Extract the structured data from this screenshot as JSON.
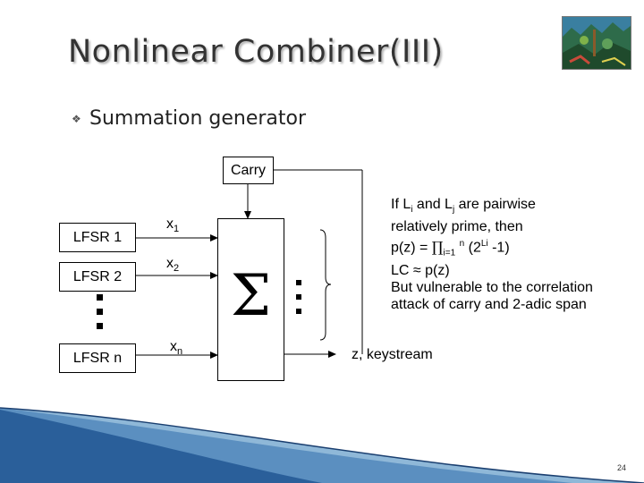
{
  "slide": {
    "title": "Nonlinear Combiner(III)",
    "bullet": "Summation generator",
    "page_number": "24"
  },
  "diagram": {
    "carry_label": "Carry",
    "lfsr": [
      "LFSR 1",
      "LFSR 2",
      "LFSR n"
    ],
    "inputs": [
      {
        "base": "x",
        "sub": "1"
      },
      {
        "base": "x",
        "sub": "2"
      },
      {
        "base": "x",
        "sub": "n"
      }
    ],
    "summation_symbol": "Σ",
    "output_label": "z, keystream"
  },
  "note": {
    "line1_if": "If L",
    "line1_i": "i",
    "line1_and": " and L",
    "line1_j": "j",
    "line1_rest": " are pairwise",
    "line2": "relatively prime, then",
    "line3_pz": "p(z) = ",
    "line3_prod": "∏",
    "line3_idx": "i=1",
    "line3_n": "n",
    "line3_paren": " (2",
    "line3_exp": "Li",
    "line3_end": " -1)",
    "line4": "LC  ≈ p(z)",
    "line5": "But vulnerable to the correlation",
    "line6": "attack of carry and 2-adic span"
  }
}
